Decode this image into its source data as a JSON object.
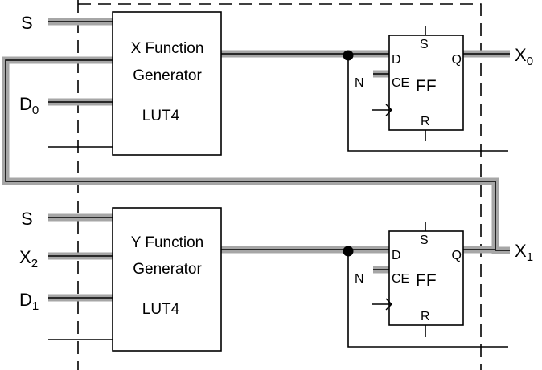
{
  "inputs": {
    "s_top": "S",
    "d0_main": "D",
    "d0_sub": "0",
    "s_bottom": "S",
    "x2_main": "X",
    "x2_sub": "2",
    "d1_main": "D",
    "d1_sub": "1"
  },
  "outputs": {
    "x0_main": "X",
    "x0_sub": "0",
    "x1_main": "X",
    "x1_sub": "1"
  },
  "x_block": {
    "line1": "X Function",
    "line2": "Generator",
    "line3": "LUT4"
  },
  "y_block": {
    "line1": "Y Function",
    "line2": "Generator",
    "line3": "LUT4"
  },
  "ff_top": {
    "d": "D",
    "s": "S",
    "q": "Q",
    "ce": "CE",
    "r": "R",
    "name": "FF",
    "n": "N"
  },
  "ff_bottom": {
    "d": "D",
    "s": "S",
    "q": "Q",
    "ce": "CE",
    "r": "R",
    "name": "FF",
    "n": "N"
  },
  "colors": {
    "bus": "#a6a6a6",
    "wire": "#000000",
    "background": "#ffffff"
  }
}
